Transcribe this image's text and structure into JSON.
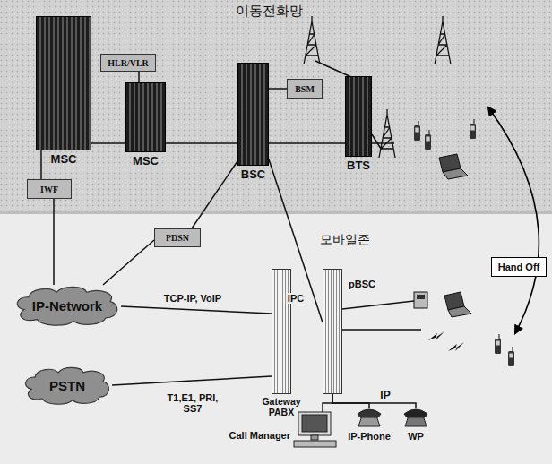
{
  "diagram": {
    "title": "이동전화망",
    "nodes": [
      {
        "text": [
          "HLR/VLR"
        ]
      },
      {
        "text": [
          "BSM"
        ]
      },
      {
        "text": [
          "MSC"
        ]
      },
      {
        "text": [
          "MSC"
        ]
      },
      {
        "text": [
          "BSC"
        ]
      },
      {
        "text": [
          "BTS"
        ]
      },
      {
        "text": [
          "IWF"
        ]
      },
      {
        "text": [
          "PDSN"
        ]
      },
      {
        "text": [
          "Hand Off"
        ]
      },
      {
        "text": [
          "IP-Network"
        ]
      },
      {
        "text": [
          "pBSC"
        ]
      },
      {
        "text": [
          "Gateway PABX"
        ]
      },
      {
        "text": [
          "PSTN"
        ]
      },
      {
        "text": [
          "Call Manager"
        ]
      },
      {
        "text": [
          "IP-Phone"
        ]
      },
      {
        "text": [
          "WP"
        ]
      }
    ],
    "edges": [
      {
        "from": 2,
        "to": 3,
        "arrow": "none"
      },
      {
        "from": 0,
        "to": 3,
        "arrow": "none"
      },
      {
        "from": 3,
        "to": 4,
        "arrow": "none"
      },
      {
        "from": 1,
        "to": 4,
        "arrow": "none"
      },
      {
        "from": 4,
        "to": 5,
        "arrow": "none"
      },
      {
        "from": 2,
        "to": 6,
        "arrow": "none"
      },
      {
        "from": 6,
        "to": 9,
        "arrow": "none"
      },
      {
        "from": 4,
        "to": 7,
        "arrow": "none"
      },
      {
        "from": 7,
        "to": 9,
        "arrow": "none"
      },
      {
        "from": 9,
        "to": 11,
        "label": "TCP-IP, VoIP",
        "arrow": "none"
      },
      {
        "from": 12,
        "to": 11,
        "label": "T1,E1, PRI, SS7",
        "arrow": "none"
      },
      {
        "from": 4,
        "to": 10,
        "label": "IPC",
        "arrow": "none"
      },
      {
        "from": 10,
        "to": 13,
        "arrow": "none"
      },
      {
        "from": 10,
        "to": 14,
        "arrow": "none"
      },
      {
        "from": 10,
        "to": 15,
        "arrow": "none"
      }
    ],
    "labels": [
      "모바일존",
      "IP"
    ]
  }
}
